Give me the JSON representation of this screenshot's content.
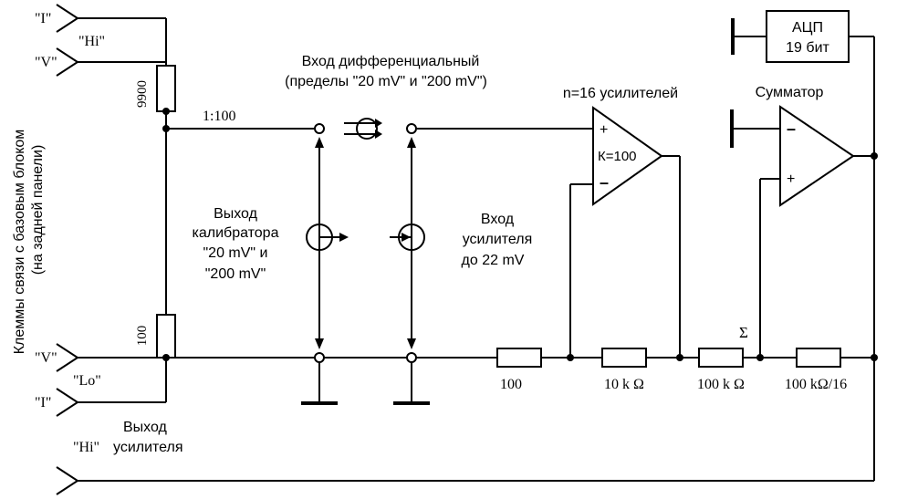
{
  "terminals": {
    "vertical_label_1": "Клеммы связи с базовым блоком",
    "vertical_label_2": "(на задней панели)",
    "i_top": "\"I\"",
    "v_top": "\"V\"",
    "hi_top": "\"Hi\"",
    "v_bottom": "\"V\"",
    "lo": "\"Lo\"",
    "i_bottom": "\"I\"",
    "hi_bottom": "\"Hi\"",
    "amp_out_1": "Выход",
    "amp_out_2": "усилителя"
  },
  "divider": {
    "r_top": "9900",
    "r_bottom": "100",
    "ratio": "1:100"
  },
  "diff_input": {
    "line1": "Вход дифференциальный",
    "line2": "(пределы \"20 mV\" и \"200 mV\")"
  },
  "calibrator": {
    "line1": "Выход",
    "line2": "калибратора",
    "line3": "\"20 mV\" и",
    "line4": "\"200 mV\""
  },
  "amp_input": {
    "line1": "Вход",
    "line2": "усилителя",
    "line3": "до 22 mV"
  },
  "amplifier": {
    "caption": "n=16 усилителей",
    "plus": "+",
    "minus": "–",
    "gain": "К=100"
  },
  "summator": {
    "caption": "Сумматор",
    "minus": "–",
    "plus": "+",
    "sigma": "Σ"
  },
  "adc": {
    "line1": "АЦП",
    "line2": "19 бит"
  },
  "resistors": {
    "r100": "100",
    "r10k": "10 k Ω",
    "r100k": "100 k Ω",
    "r100k16": "100 kΩ/16"
  }
}
